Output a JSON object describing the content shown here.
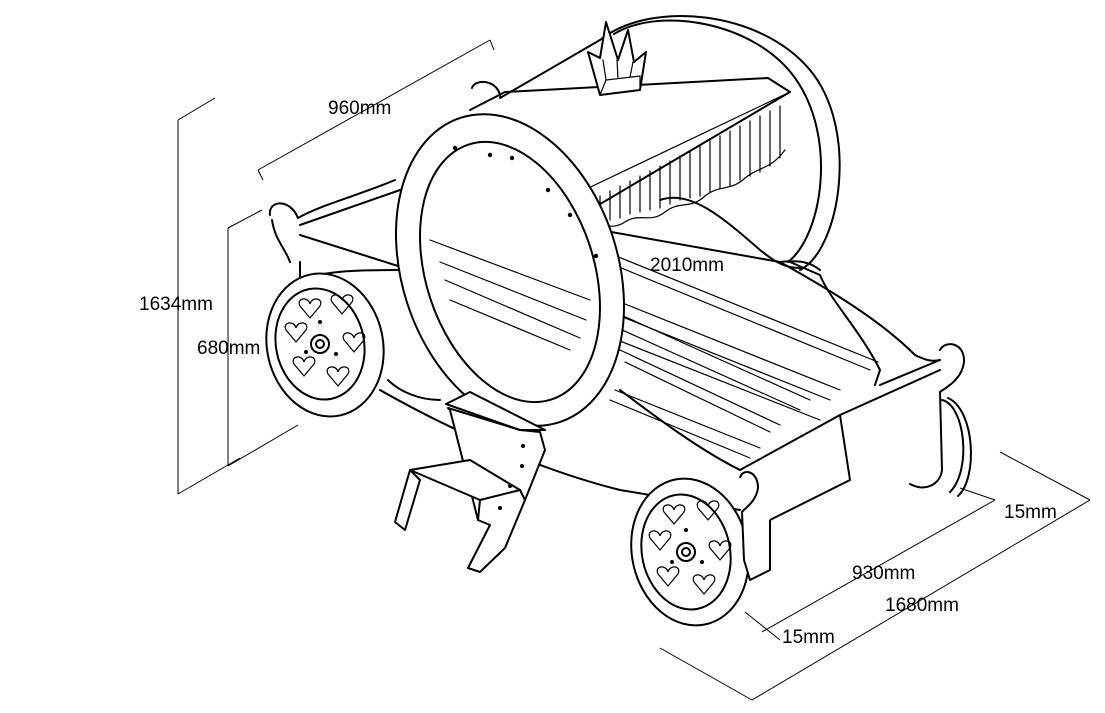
{
  "dimensions": {
    "total_height": "1634mm",
    "bed_height": "680mm",
    "top_width": "960mm",
    "inner_length": "2010mm",
    "inner_width": "930mm",
    "total_length": "1680mm",
    "wall_thickness_front": "15mm",
    "wall_thickness_back": "15mm"
  }
}
